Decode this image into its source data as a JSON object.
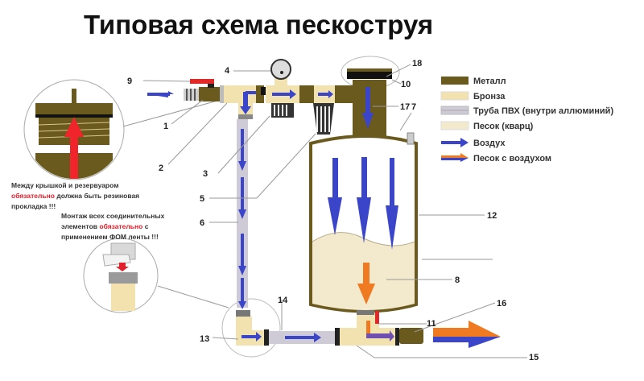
{
  "title": "Типовая схема пескоструя",
  "colors": {
    "metal": "#6b5a1e",
    "bronze": "#f1e2b0",
    "pvc": "#cfcbd6",
    "sand": "#f3e9cc",
    "air": "#3b45c9",
    "sand_air": "#f07a22",
    "valve": "#e02a2a"
  },
  "legend": [
    {
      "key": "metal",
      "label": "Металл"
    },
    {
      "key": "bronze",
      "label": "Бронза"
    },
    {
      "key": "pvc",
      "label": "Труба ПВХ (внутри аллюминий)"
    },
    {
      "key": "sand",
      "label": "Песок (кварц)"
    },
    {
      "key": "air",
      "label": "Воздух"
    },
    {
      "key": "sand_air",
      "label": "Песок с воздухом"
    }
  ],
  "notes": {
    "gasket": {
      "line1": "Между крышкой и резервуаром",
      "emph": "обязательно",
      "line2_rest": " должна быть резиновая",
      "line3": "прокладка !!!"
    },
    "fum": {
      "line1": "Монтаж всех соединительных",
      "line2_pre": "элементов ",
      "emph": "обязательно",
      "line2_post": " с",
      "line3": "применением ФОМ ленты !!!"
    }
  },
  "callouts": [
    "1",
    "2",
    "3",
    "4",
    "5",
    "6",
    "7",
    "8",
    "9",
    "10",
    "11",
    "12",
    "13",
    "14",
    "15",
    "16",
    "17",
    "18"
  ]
}
